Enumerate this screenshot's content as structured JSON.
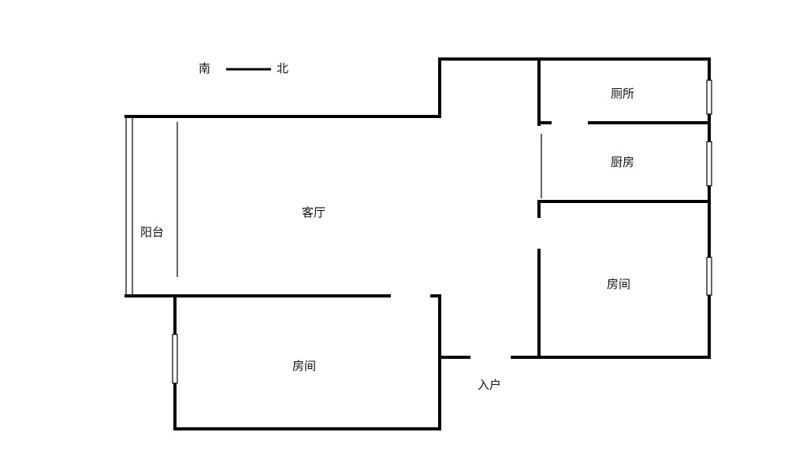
{
  "compass": {
    "south": "南",
    "north": "北"
  },
  "rooms": {
    "toilet": "厕所",
    "kitchen": "厨房",
    "living_room": "客厅",
    "balcony": "阳台",
    "bedroom_right": "房间",
    "bedroom_bottom": "房间",
    "entrance": "入户"
  }
}
